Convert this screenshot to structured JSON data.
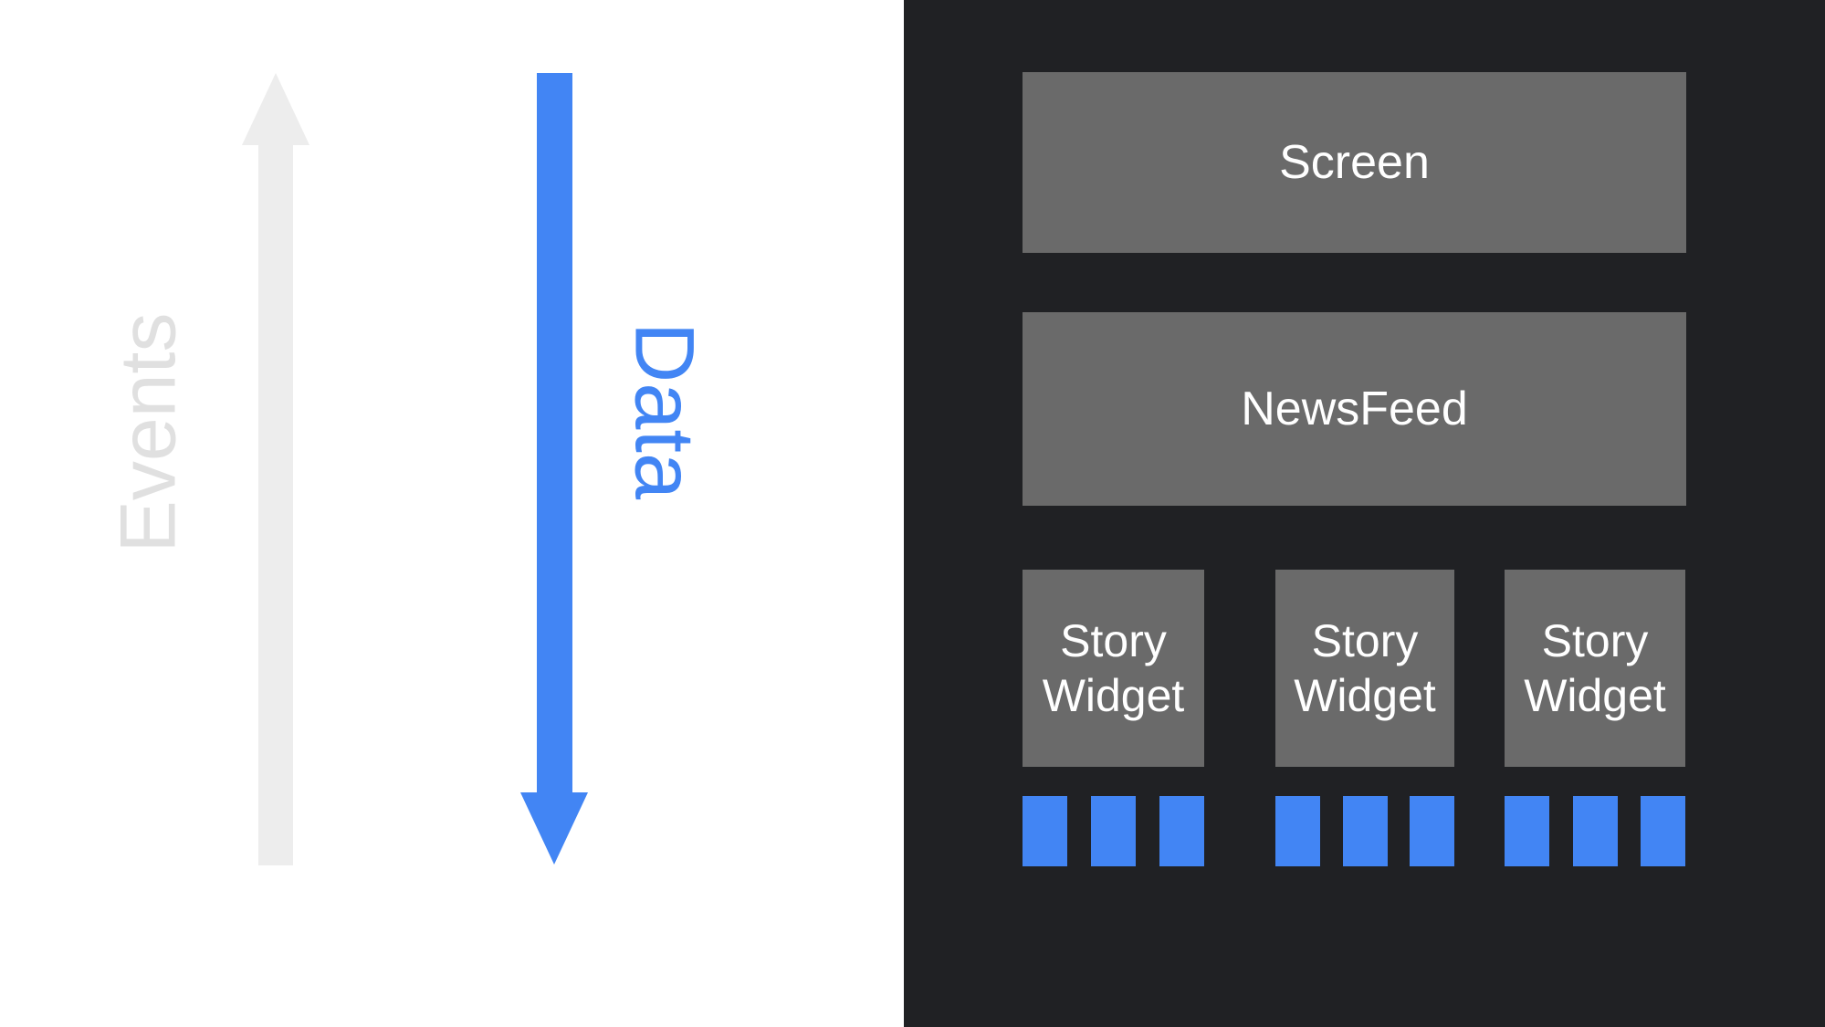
{
  "colors": {
    "background_left": "#ffffff",
    "panel_background": "#202124",
    "box_gray": "#6a6a6a",
    "box_text": "#ffffff",
    "accent_blue": "#4285f4",
    "arrow_gray": "#ededed",
    "muted_label_gray": "#e0e0e0"
  },
  "left": {
    "events_label": "Events",
    "events_arrow_direction": "up",
    "data_label": "Data",
    "data_arrow_direction": "down"
  },
  "panel": {
    "screen_label": "Screen",
    "newsfeed_label": "NewsFeed",
    "stories": [
      {
        "label": "Story Widget",
        "data_squares": 3
      },
      {
        "label": "Story Widget",
        "data_squares": 3
      },
      {
        "label": "Story Widget",
        "data_squares": 3
      }
    ]
  }
}
